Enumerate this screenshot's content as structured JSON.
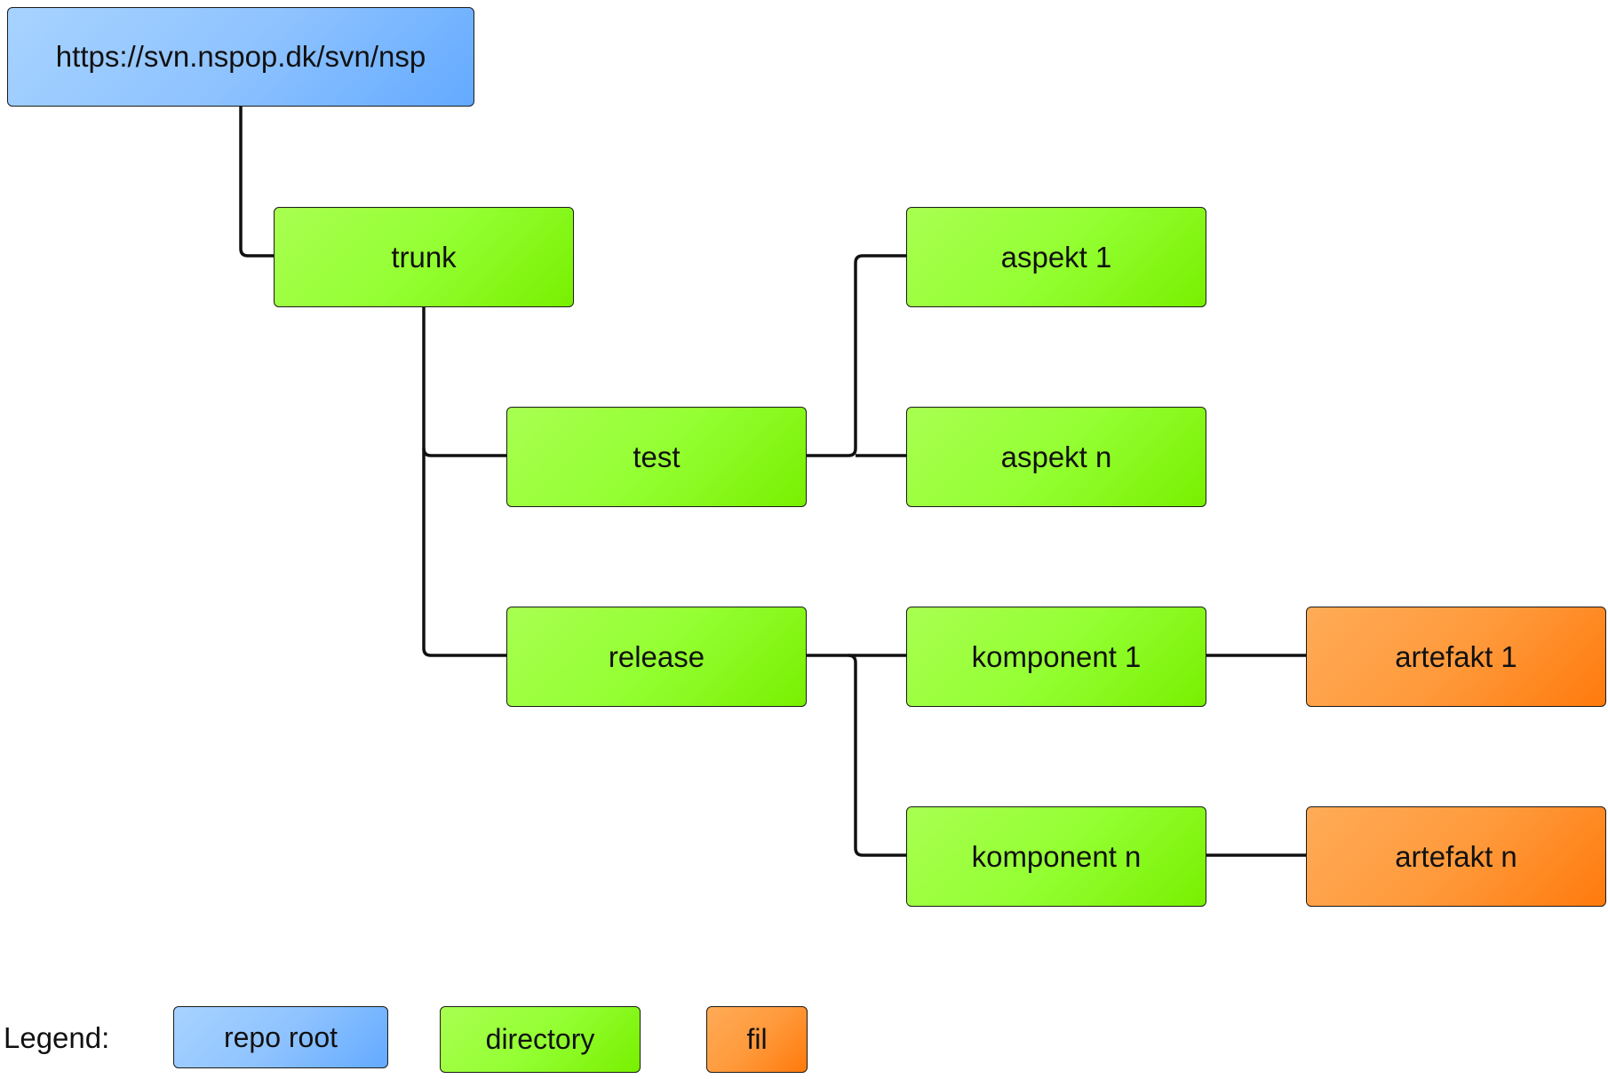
{
  "nodes": {
    "root": "https://svn.nspop.dk/svn/nsp",
    "trunk": "trunk",
    "test": "test",
    "release": "release",
    "aspekt_1": "aspekt 1",
    "aspekt_n": "aspekt n",
    "komponent_1": "komponent 1",
    "komponent_n": "komponent n",
    "artefakt_1": "artefakt 1",
    "artefakt_n": "artefakt n"
  },
  "legend": {
    "title": "Legend:",
    "repo_root": "repo root",
    "directory": "directory",
    "file": "fil"
  },
  "colors": {
    "repo_root": "#8fc3ff",
    "directory": "#94ff33",
    "file": "#ff9a3c",
    "edge": "#111111"
  }
}
